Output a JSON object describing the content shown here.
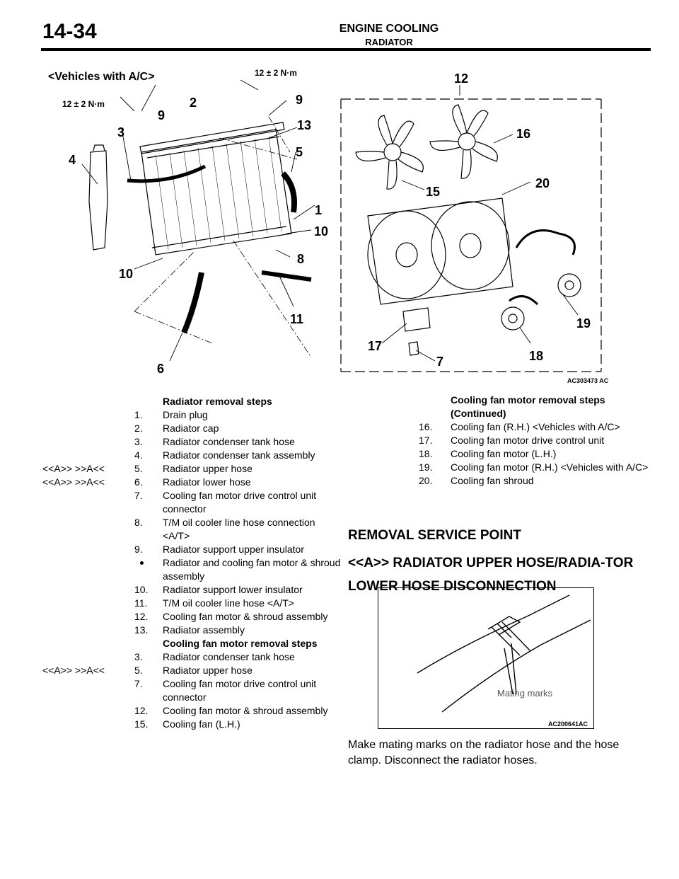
{
  "header": {
    "page_number": "14-34",
    "section": "ENGINE COOLING",
    "subsection": "RADIATOR"
  },
  "diagram": {
    "title": "<Vehicles with A/C>",
    "torque_1": "12 ± 2 N·m",
    "torque_2": "12 ± 2 N·m",
    "code": "AC303473 AC",
    "callouts": [
      "12",
      "9",
      "2",
      "9",
      "13",
      "3",
      "16",
      "4",
      "5",
      "20",
      "15",
      "1",
      "10",
      "8",
      "10",
      "11",
      "19",
      "17",
      "18",
      "6",
      "7"
    ]
  },
  "removal_steps": {
    "heading": "Radiator removal steps",
    "items": [
      {
        "mark": "",
        "num": "1.",
        "text": "Drain plug"
      },
      {
        "mark": "",
        "num": "2.",
        "text": "Radiator cap"
      },
      {
        "mark": "",
        "num": "3.",
        "text": "Radiator condenser tank hose"
      },
      {
        "mark": "",
        "num": "4.",
        "text": "Radiator condenser tank assembly"
      },
      {
        "mark": "<<A>>     >>A<<",
        "num": "5.",
        "text": "Radiator upper hose"
      },
      {
        "mark": "<<A>>     >>A<<",
        "num": "6.",
        "text": "Radiator lower hose"
      },
      {
        "mark": "",
        "num": "7.",
        "text": "Cooling fan motor drive control unit connector"
      },
      {
        "mark": "",
        "num": "8.",
        "text": "T/M oil cooler line hose connection <A/T>"
      },
      {
        "mark": "",
        "num": "9.",
        "text": "Radiator support upper insulator"
      },
      {
        "mark": "",
        "num": "",
        "text": "Radiator and cooling fan motor & shroud assembly"
      },
      {
        "mark": "",
        "num": "10.",
        "text": "Radiator support lower insulator"
      },
      {
        "mark": "",
        "num": "11.",
        "text": "T/M oil cooler line hose <A/T>"
      },
      {
        "mark": "",
        "num": "12.",
        "text": "Cooling fan motor & shroud assembly"
      },
      {
        "mark": "",
        "num": "13.",
        "text": "Radiator assembly"
      }
    ]
  },
  "fan_steps": {
    "heading": "Cooling fan motor removal steps",
    "items": [
      {
        "mark": "",
        "num": "3.",
        "text": "Radiator condenser tank hose"
      },
      {
        "mark": "<<A>>     >>A<<",
        "num": "5.",
        "text": "Radiator upper hose"
      },
      {
        "mark": "",
        "num": "7.",
        "text": "Cooling fan motor drive control unit connector"
      },
      {
        "mark": "",
        "num": "12.",
        "text": "Cooling fan motor & shroud assembly"
      },
      {
        "mark": "",
        "num": "15.",
        "text": "Cooling fan (L.H.)"
      }
    ]
  },
  "fan_steps_cont": {
    "heading": "Cooling fan motor removal steps (Continued)",
    "items": [
      {
        "num": "16.",
        "text": "Cooling fan (R.H.) <Vehicles with A/C>"
      },
      {
        "num": "17.",
        "text": "Cooling fan motor drive control unit"
      },
      {
        "num": "18.",
        "text": "Cooling fan motor (L.H.)"
      },
      {
        "num": "19.",
        "text": "Cooling fan motor (R.H.) <Vehicles with A/C>"
      },
      {
        "num": "20.",
        "text": "Cooling fan shroud"
      }
    ]
  },
  "service_point": {
    "heading": "REMOVAL SERVICE POINT",
    "subheading": "<<A>> RADIATOR UPPER HOSE/RADIA-TOR LOWER HOSE DISCONNECTION",
    "figure_label": "Mating marks",
    "figure_code": "AC200641AC",
    "body": "Make mating marks on the radiator hose and the hose clamp. Disconnect the radiator hoses."
  }
}
